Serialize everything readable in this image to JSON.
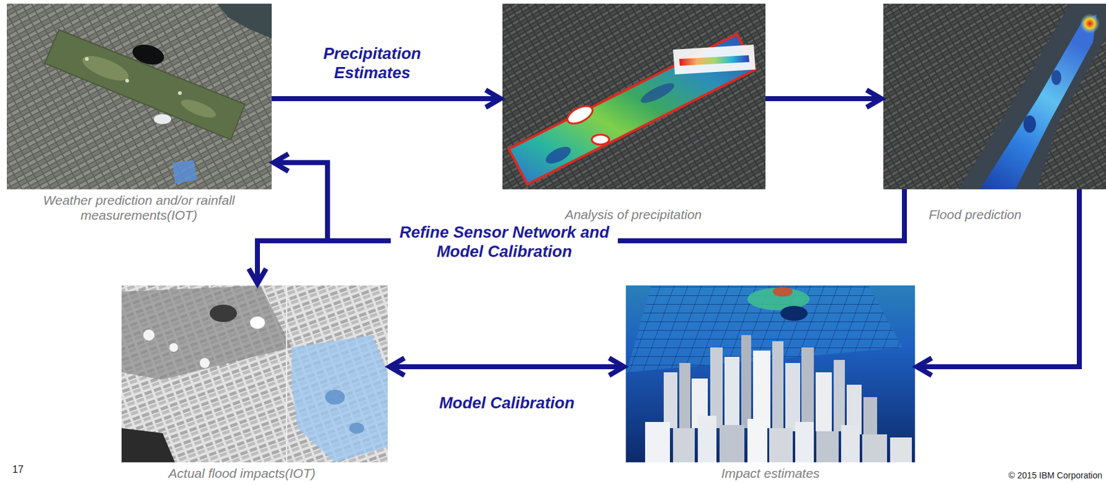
{
  "diagram": {
    "nodes": [
      {
        "text": [
          "Weather prediction and/or rainfall measurements(IOT)"
        ]
      },
      {
        "text": [
          "Analysis of precipitation"
        ]
      },
      {
        "text": [
          "Flood prediction"
        ]
      },
      {
        "text": [
          "Actual flood impacts(IOT)"
        ]
      },
      {
        "text": [
          "Impact estimates"
        ]
      }
    ],
    "edges": [
      {
        "from": 0,
        "to": 1,
        "label": "Precipitation Estimates",
        "arrow": "to"
      },
      {
        "from": 1,
        "to": 2,
        "arrow": "to"
      },
      {
        "from": 2,
        "to": 0,
        "label": "Refine Sensor Network and Model Calibration",
        "arrow": "to"
      },
      {
        "from": 2,
        "to": 3,
        "arrow": "to"
      },
      {
        "from": 2,
        "to": 4,
        "arrow": "to"
      },
      {
        "from": 3,
        "to": 4,
        "label": "Model Calibration",
        "arrow": "both"
      }
    ],
    "labels": [
      "17",
      "© 2015 IBM Corporation"
    ]
  }
}
